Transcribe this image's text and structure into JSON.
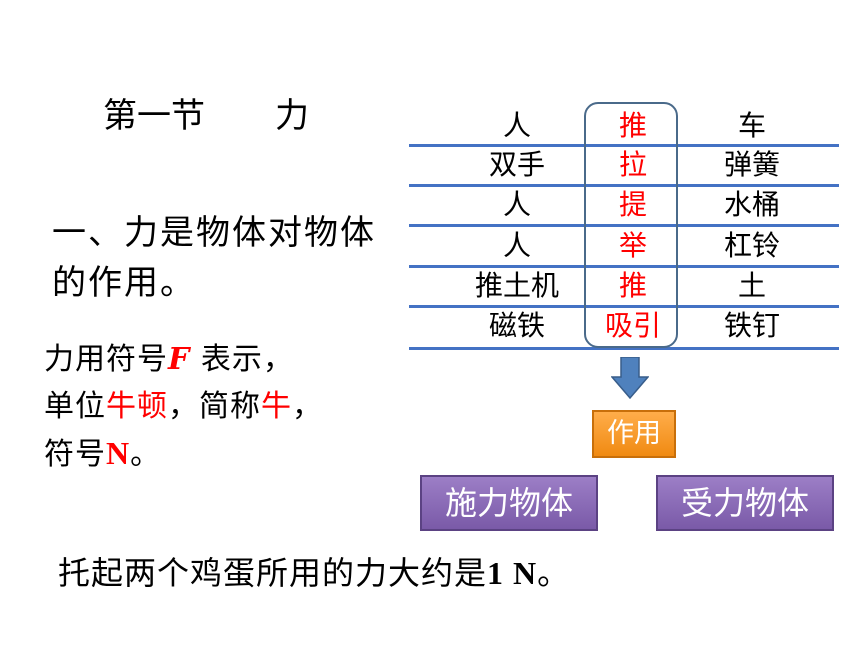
{
  "title": {
    "part1": "第一节",
    "part2": "力"
  },
  "definition": {
    "line1": "一、力是物体对物体",
    "line2": "的作用。"
  },
  "symbol": {
    "line1_a": "力用符号",
    "line1_F": "F",
    "line1_b": " 表示，",
    "line2_a": "单位",
    "line2_unit": "牛顿",
    "line2_b": "，简称",
    "line2_short": "牛",
    "line2_c": "，",
    "line3_a": "符号",
    "line3_N": "N",
    "line3_b": "。"
  },
  "table": {
    "rows": [
      {
        "subject": "人",
        "verb": "推",
        "object": "车"
      },
      {
        "subject": "双手",
        "verb": "拉",
        "object": "弹簧"
      },
      {
        "subject": "人",
        "verb": "提",
        "object": "水桶"
      },
      {
        "subject": "人",
        "verb": "举",
        "object": "杠铃"
      },
      {
        "subject": "推土机",
        "verb": "推",
        "object": "土"
      },
      {
        "subject": "磁铁",
        "verb": "吸引",
        "object": "铁钉"
      }
    ]
  },
  "action_label": "作用",
  "exerting_object": "施力物体",
  "receiving_object": "受力物体",
  "egg_note": {
    "text": "托起两个鸡蛋所用的力大约是",
    "value": "1 N",
    "end": "。"
  },
  "colors": {
    "accent_red": "#ff0000",
    "line_blue": "#4472c4",
    "orange": "#f08a12",
    "purple": "#7a5aa8",
    "arrow_blue": "#4f81bd"
  }
}
